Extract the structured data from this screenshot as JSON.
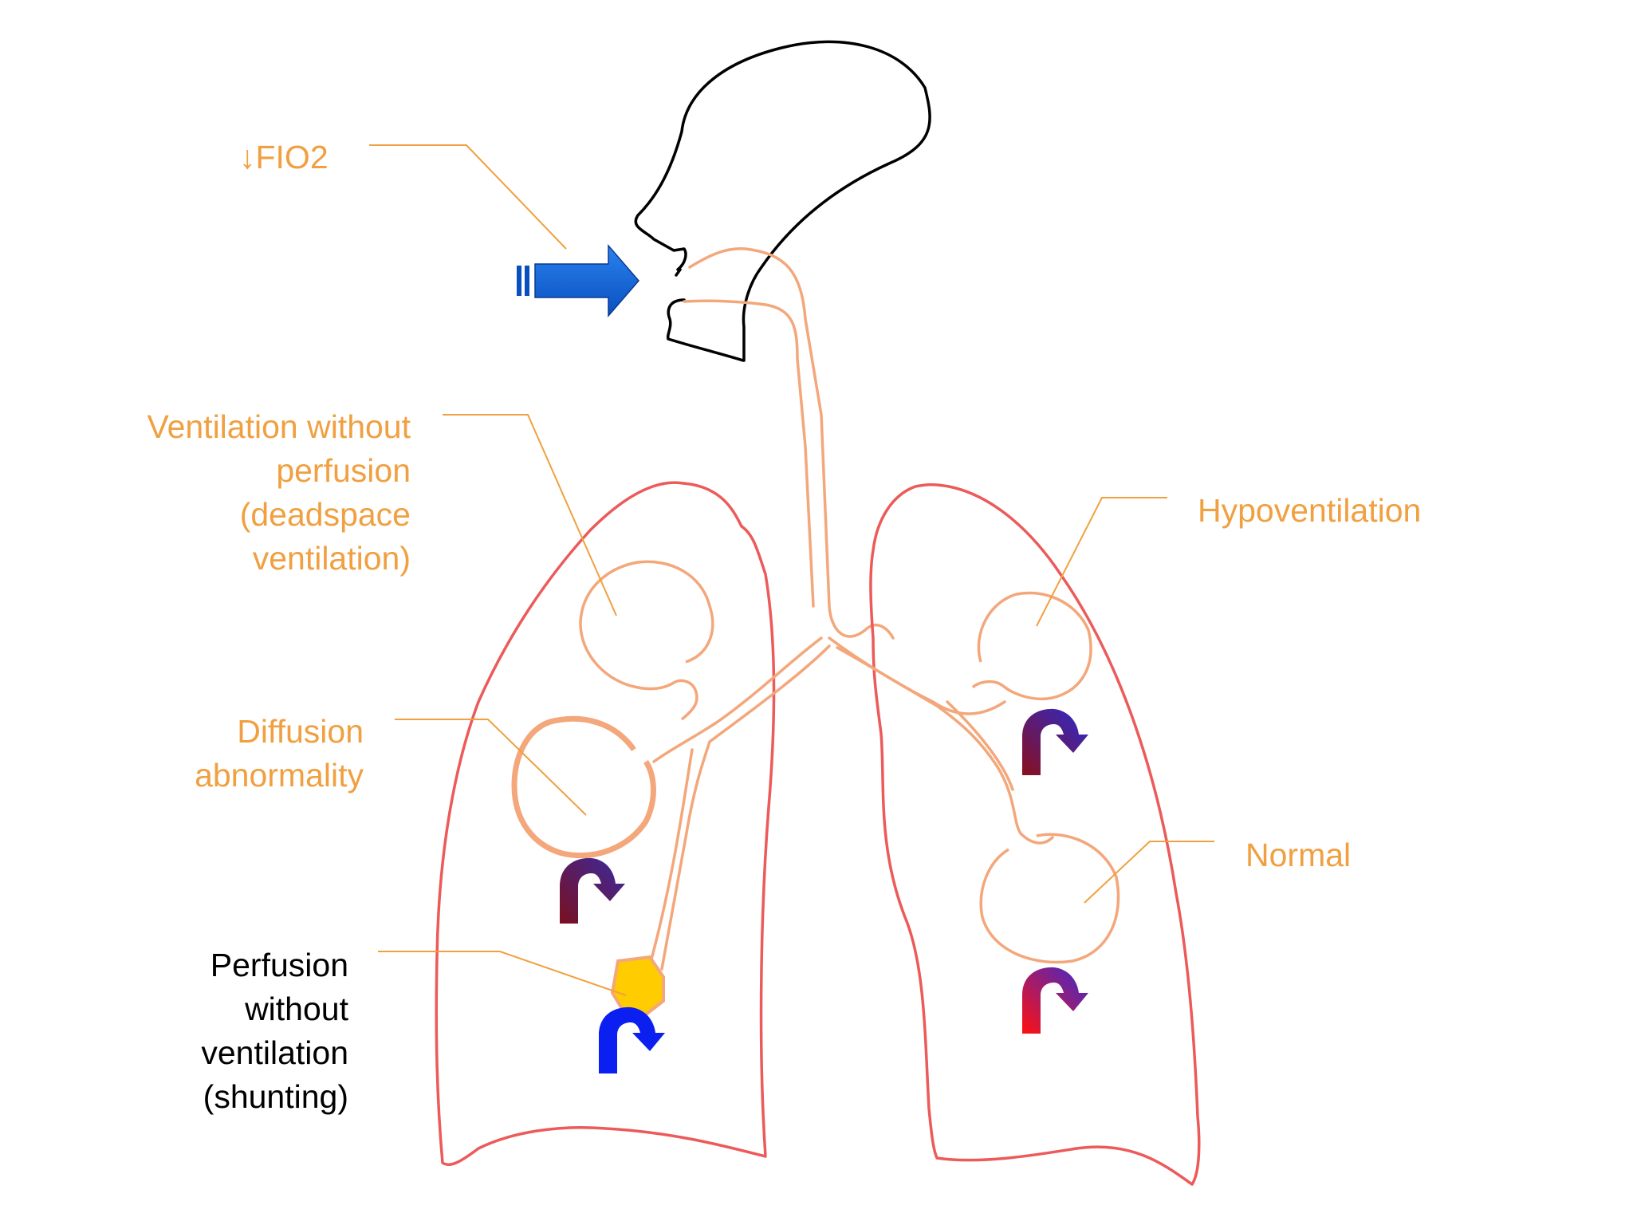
{
  "labels": {
    "fio2": {
      "arrow": "↓",
      "text": "FIO2"
    },
    "ventilation_without_perfusion": [
      "Ventilation without",
      "perfusion",
      "(deadspace",
      "ventilation)"
    ],
    "diffusion_abnormality": [
      "Diffusion",
      "abnormality"
    ],
    "perfusion_without_ventilation": [
      "Perfusion",
      "without",
      "ventilation",
      "(shunting)"
    ],
    "hypoventilation": "Hypoventilation",
    "normal": "Normal"
  },
  "colors": {
    "label_orange": "#f0a040",
    "label_black": "#000000",
    "airway": "#f3a77a",
    "lung_outline": "#ec5a5a",
    "head_outline": "#000000",
    "inhaled_arrow": "#1668d6",
    "blood_deoxygenated": "#0a1ff0",
    "blood_oxygenated": "#e01020",
    "blood_mid": "#7a1a5a",
    "blockage": "#ffcc00"
  },
  "icons": {
    "inhaled_air": "blue-arrow-icon",
    "blood_flow": "curved-arrow-icon",
    "blockage": "yellow-plug-icon"
  }
}
